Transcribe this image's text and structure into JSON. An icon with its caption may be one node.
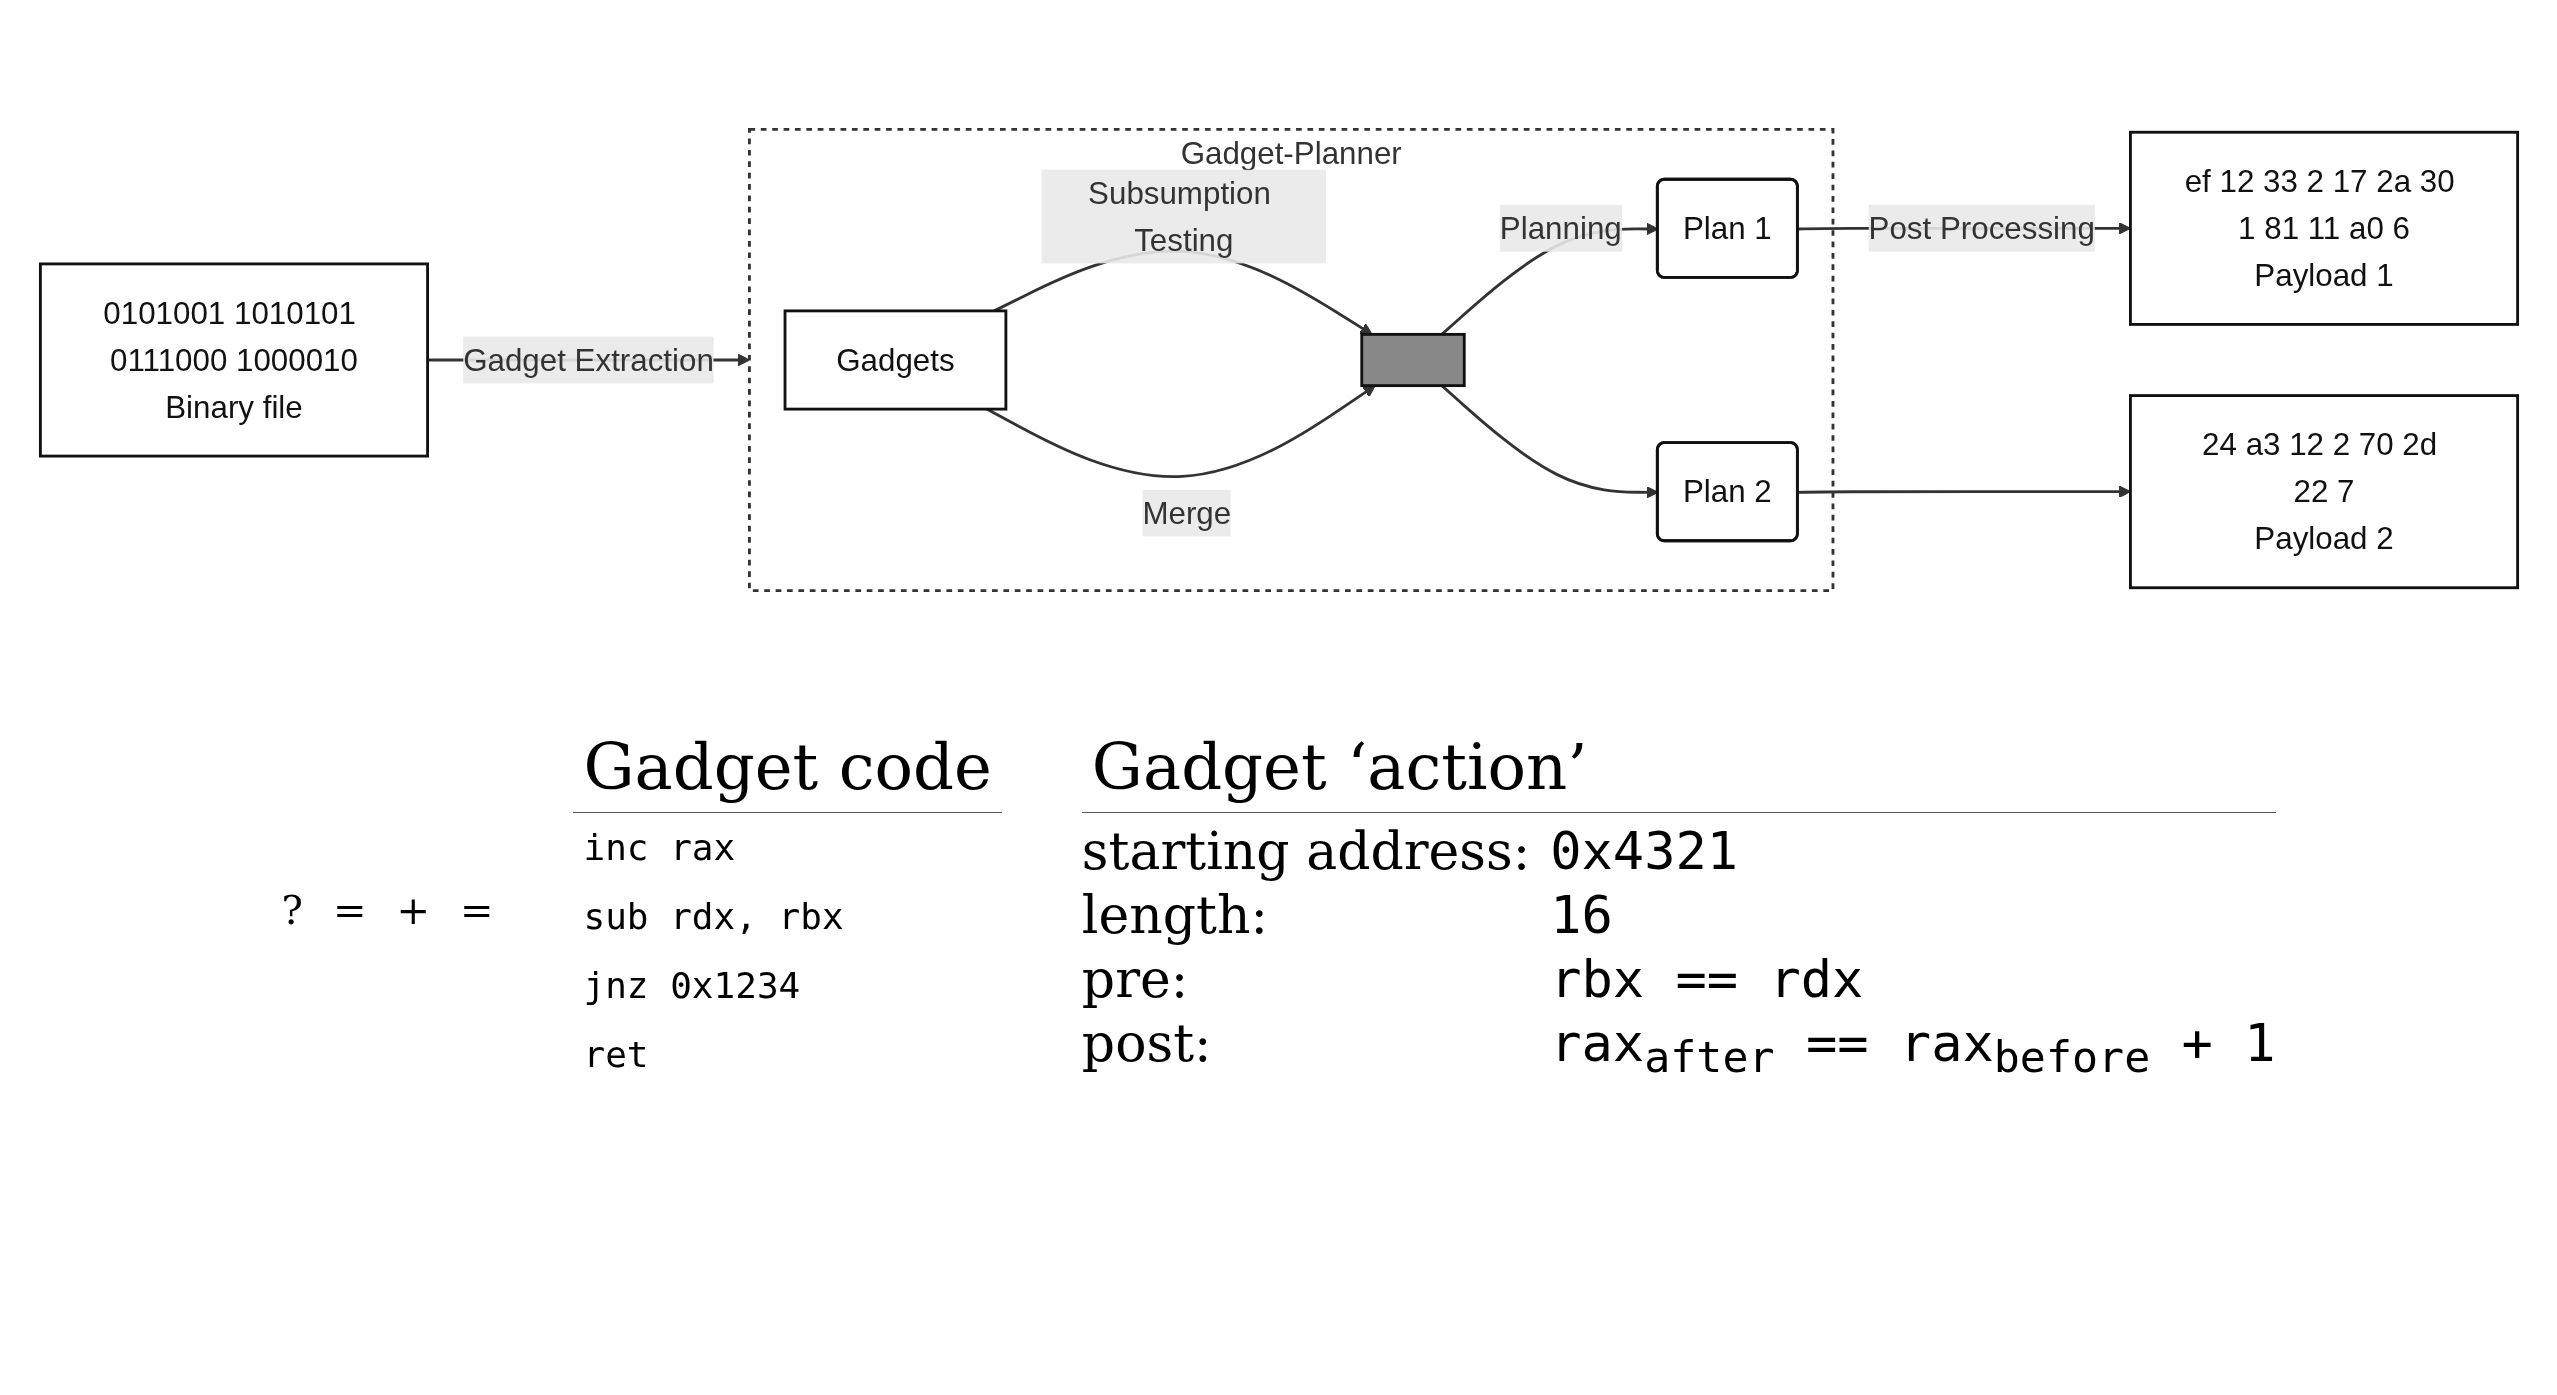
{
  "diagram": {
    "nodes": [
      {
        "text": [
          "0101001 1010101 0111000 1000010",
          "Binary file"
        ]
      },
      {
        "text": [
          "Gadget-Planner"
        ]
      },
      {
        "text": [
          "Gadgets"
        ],
        "in": 1
      },
      {
        "text": [],
        "shape": "bar",
        "in": 1
      },
      {
        "text": [
          "Plan 1"
        ],
        "in": 1
      },
      {
        "text": [
          "Plan 2"
        ],
        "in": 1
      },
      {
        "text": [
          "ef 12 33 2 17 2a 30 1 81 11 a0 6",
          "Payload 1"
        ]
      },
      {
        "text": [
          "24 a3 12 2 70 2d 22 7",
          "Payload 2"
        ]
      }
    ],
    "edges": [
      {
        "from": 0,
        "to": 1,
        "arrow": "to",
        "label": "Gadget Extraction"
      },
      {
        "from": 2,
        "to": 3,
        "arrow": "to",
        "label": "Subsumption Testing"
      },
      {
        "from": 2,
        "to": 3,
        "arrow": "to",
        "label": "Merge"
      },
      {
        "from": 3,
        "to": 4,
        "arrow": "to",
        "label": "Planning"
      },
      {
        "from": 3,
        "to": 5,
        "arrow": "to"
      },
      {
        "from": 4,
        "to": 6,
        "arrow": "to",
        "label": "Post Processing"
      },
      {
        "from": 5,
        "to": 7,
        "arrow": "to"
      }
    ],
    "labels": [
      "?",
      "=",
      "+",
      "=",
      "Gadget code",
      "inc rax",
      "sub rdx, rbx",
      "jnz 0x1234",
      "ret",
      "Gadget ‘action’",
      "starting address:",
      "0x4321",
      "length:",
      "16",
      "pre:",
      "rbx == rdx",
      "post:",
      "rax$_{after}$ == rax$_{before}$ + 1"
    ]
  }
}
